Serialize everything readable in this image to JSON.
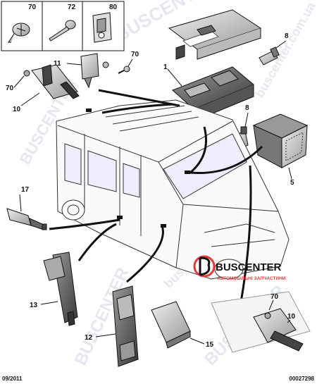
{
  "header_boxes": [
    {
      "label": "70",
      "icon": "screw-icon"
    },
    {
      "label": "72",
      "icon": "screw-icon"
    },
    {
      "label": "80",
      "icon": "clip-nut-icon"
    }
  ],
  "callouts": {
    "c1": "1",
    "c5": "5",
    "c8a": "8",
    "c8b": "8",
    "c10a": "10",
    "c10b": "10",
    "c11": "11",
    "c12": "12",
    "c13": "13",
    "c15": "15",
    "c17": "17",
    "c70a": "70",
    "c70b": "70",
    "c70c": "70"
  },
  "watermark": {
    "brand": "BUSCENTER",
    "tagline": "АВТОМОБІЛЬНІ ЗАПЧАСТИНИ",
    "domain": "buscenter.com.ua"
  },
  "footer": {
    "date": "09/2011",
    "ref": "00027298"
  },
  "colors": {
    "line": "#111111",
    "part_fill": "#d4d4d4",
    "part_dark": "#5a5a5a",
    "logo_red": "#e33a3a"
  }
}
